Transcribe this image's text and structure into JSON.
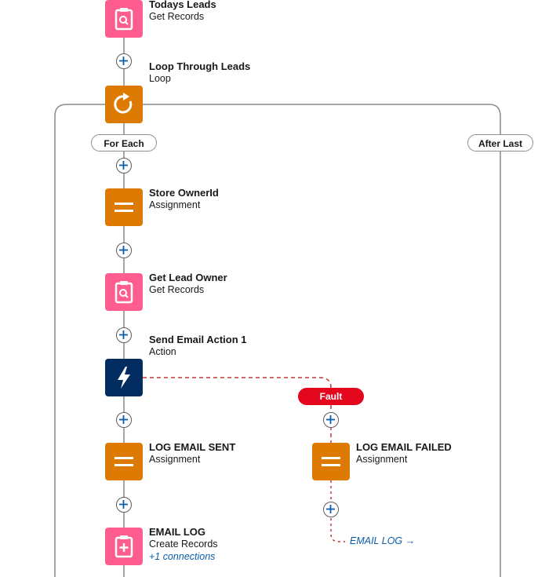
{
  "nodes": {
    "todays_leads": {
      "title": "Todays Leads",
      "type": "Get Records"
    },
    "loop_leads": {
      "title": "Loop Through Leads",
      "type": "Loop"
    },
    "store_ownerid": {
      "title": "Store OwnerId",
      "type": "Assignment"
    },
    "get_lead_owner": {
      "title": "Get Lead Owner",
      "type": "Get Records"
    },
    "send_email": {
      "title": "Send Email Action 1",
      "type": "Action"
    },
    "log_email_sent": {
      "title": "LOG EMAIL SENT",
      "type": "Assignment"
    },
    "log_email_failed": {
      "title": "LOG EMAIL FAILED",
      "type": "Assignment"
    },
    "email_log": {
      "title": "EMAIL LOG",
      "type": "Create Records",
      "connections": "+1 connections"
    }
  },
  "loop_labels": {
    "for_each": "For Each",
    "after_last": "After Last"
  },
  "fault_label": "Fault",
  "goto_link": "EMAIL LOG →",
  "colors": {
    "get_records": "#ff5d8f",
    "assignment": "#dd7a01",
    "loop": "#dd7a01",
    "action": "#032d60",
    "fault": "#e3061d",
    "link": "#0b5cab"
  }
}
